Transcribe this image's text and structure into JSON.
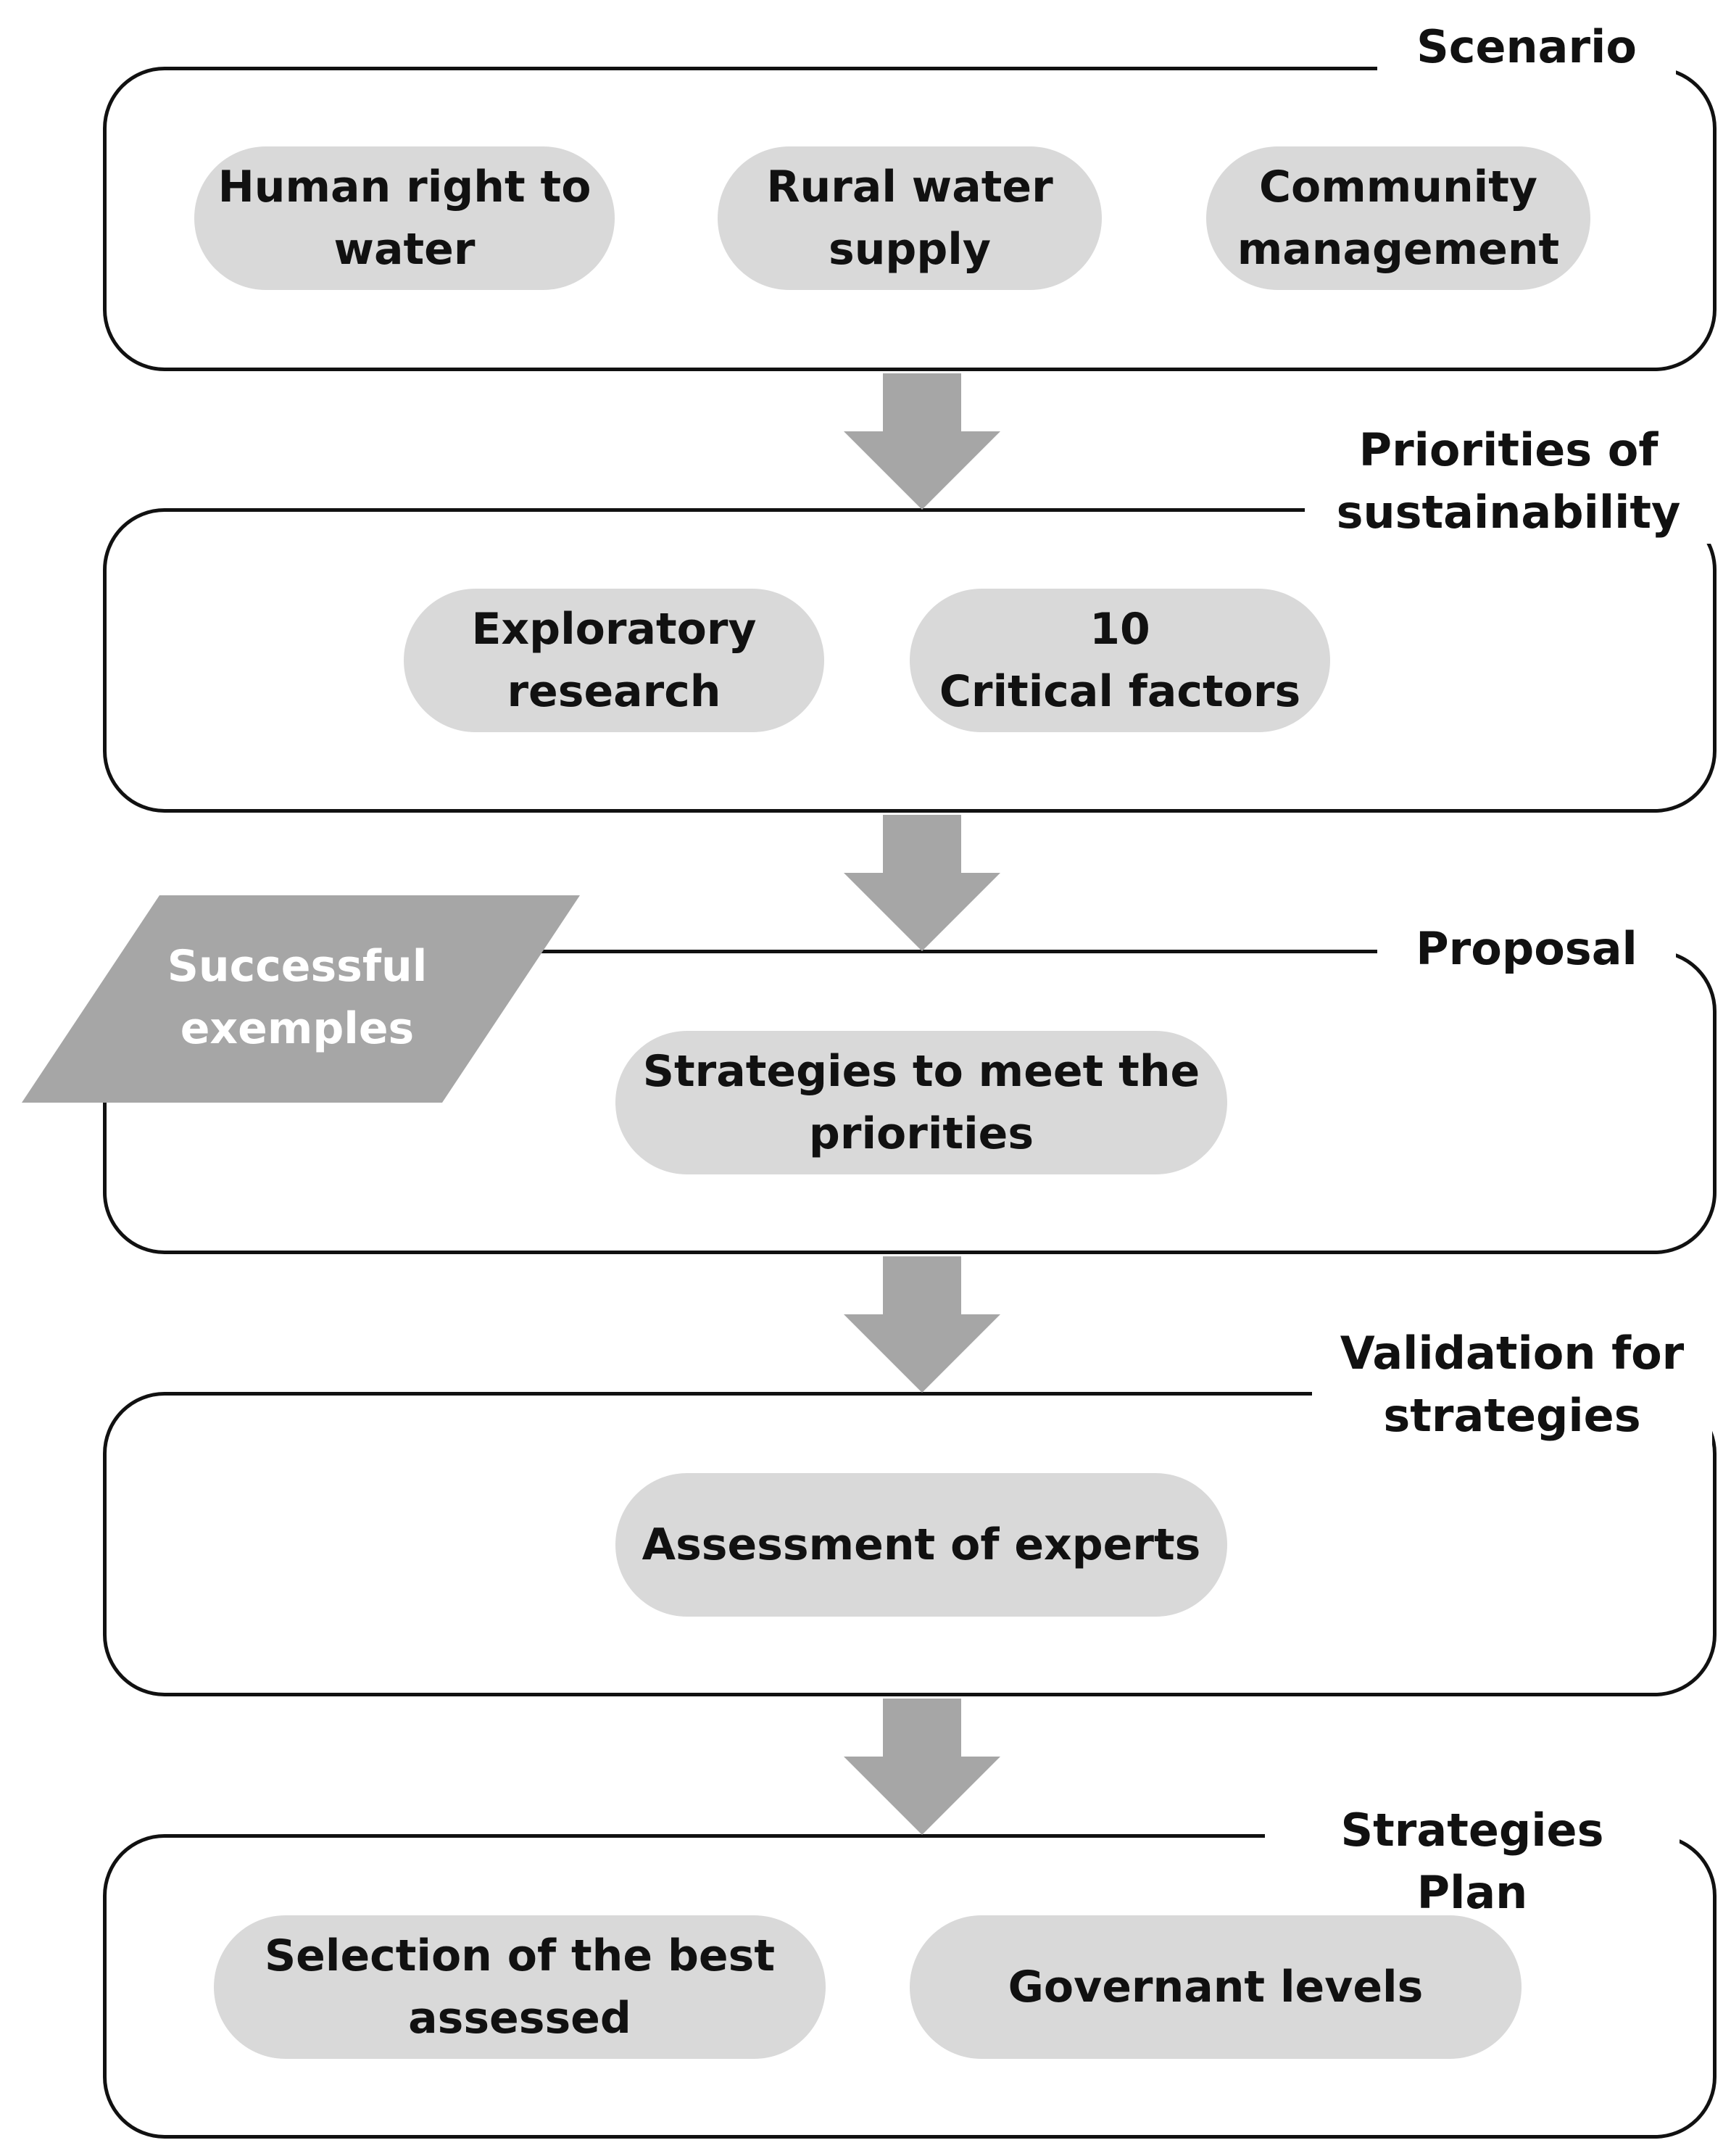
{
  "stages": [
    {
      "title": "Scenario",
      "items": [
        "Human right to\nwater",
        "Rural water\nsupply",
        "Community\nmanagement"
      ]
    },
    {
      "title": "Priorities of\nsustainability",
      "items": [
        "Exploratory\nresearch",
        "10\nCritical factors"
      ]
    },
    {
      "title": "Proposal",
      "items": [
        "Strategies to meet the\npriorities"
      ]
    },
    {
      "title": "Validation for\nstrategies",
      "items": [
        "Assessment of experts"
      ]
    },
    {
      "title": "Strategies Plan",
      "items": [
        "Selection of the best\nassessed",
        "Governant levels"
      ]
    }
  ],
  "side_input": {
    "label": "Successful\nexemples"
  },
  "colors": {
    "border": "#111111",
    "pill": "#d9d9d9",
    "arrow": "#a6a6a6",
    "parallelogram": "#a6a6a6"
  }
}
